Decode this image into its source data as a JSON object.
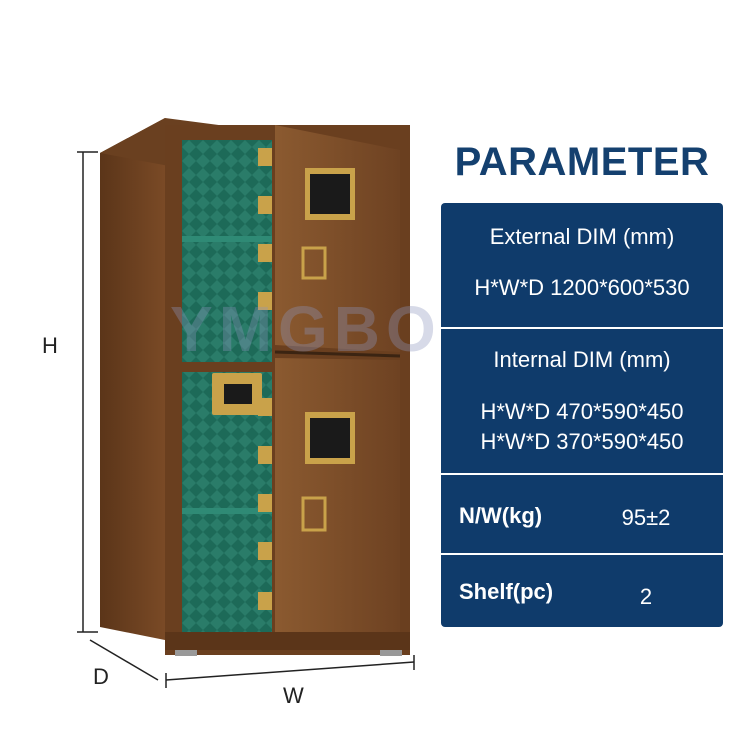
{
  "parameter_panel": {
    "title": "PARAMETER",
    "external": {
      "heading": "External DIM (mm)",
      "value": "H*W*D 1200*600*530"
    },
    "internal": {
      "heading": "Internal DIM (mm)",
      "values": [
        "H*W*D 470*590*450",
        "H*W*D 370*590*450"
      ]
    },
    "weight": {
      "label": "N/W(kg)",
      "value": "95±2"
    },
    "shelf": {
      "label": "Shelf(pc)",
      "value": "2"
    }
  },
  "dimension_labels": {
    "height": "H",
    "width": "W",
    "depth": "D"
  },
  "watermark": {
    "text": "YMGBO"
  },
  "colors": {
    "panel_bg": "#0f3b6b",
    "title": "#14406f",
    "safe_body": "#7a4a26",
    "safe_interior": "#1f6b5a",
    "gold": "#c9a24a"
  }
}
